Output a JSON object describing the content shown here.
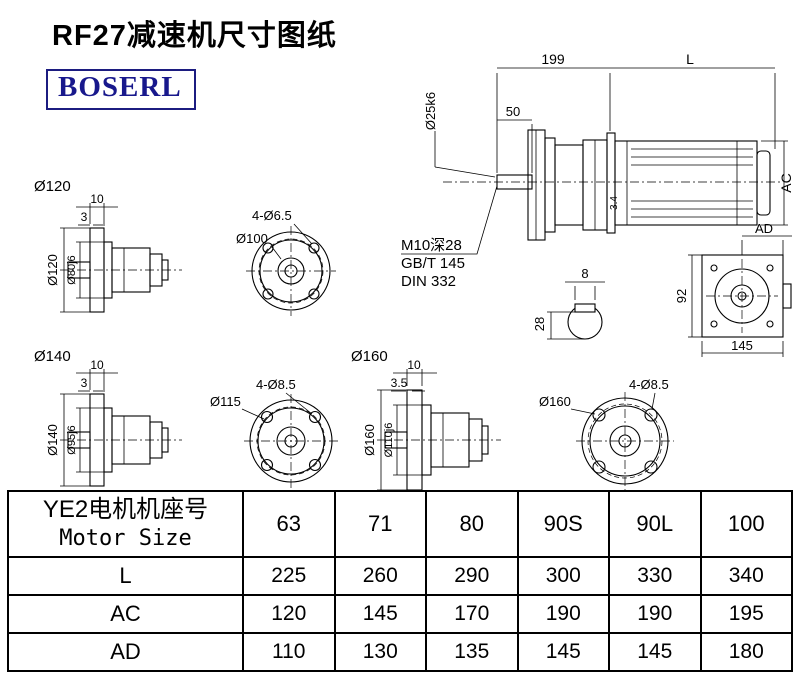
{
  "colors": {
    "logo_text": "#18188c",
    "logo_border": "#1c1c80",
    "line": "#000000"
  },
  "header": {
    "title": "RF27减速机尺寸图纸",
    "logo_text": "BOSERL"
  },
  "main_view": {
    "dim_199": "199",
    "dim_l": "L",
    "dim_50": "50",
    "dim_shaft": "Ø25k6",
    "dim_gap": "3.4",
    "dim_ac": "AC",
    "note_thread": "M10深28",
    "note_std1": "GB/T 145",
    "note_std2": "DIN 332"
  },
  "side_view": {
    "dim_ad": "AD",
    "dim_92": "92",
    "dim_145": "145"
  },
  "key_section": {
    "dim_8": "8",
    "dim_28": "28"
  },
  "flange120": {
    "label": "Ø120",
    "dim_thickness": "10",
    "dim_step": "3",
    "dim_od": "Ø120",
    "dim_spigot": "Ø80j6"
  },
  "face100": {
    "holes": "4-Ø6.5",
    "circle": "Ø100"
  },
  "flange140": {
    "label": "Ø140",
    "dim_thickness": "10",
    "dim_step": "3",
    "dim_od": "Ø140",
    "dim_spigot": "Ø95j6"
  },
  "face115": {
    "circle": "Ø115",
    "holes": "4-Ø8.5"
  },
  "flange160": {
    "label": "Ø160",
    "dim_thickness": "10",
    "dim_step": "3.5",
    "dim_od": "Ø160",
    "dim_spigot": "Ø110j6"
  },
  "face160": {
    "circle": "Ø160",
    "holes": "4-Ø8.5"
  },
  "table": {
    "header_cn": "YE2电机机座号",
    "header_en": "Motor Size",
    "motor_sizes": [
      "63",
      "71",
      "80",
      "90S",
      "90L",
      "100"
    ],
    "rows": [
      {
        "label": "L",
        "values": [
          "225",
          "260",
          "290",
          "300",
          "330",
          "340"
        ]
      },
      {
        "label": "AC",
        "values": [
          "120",
          "145",
          "170",
          "190",
          "190",
          "195"
        ]
      },
      {
        "label": "AD",
        "values": [
          "110",
          "130",
          "135",
          "145",
          "145",
          "180"
        ]
      }
    ]
  }
}
